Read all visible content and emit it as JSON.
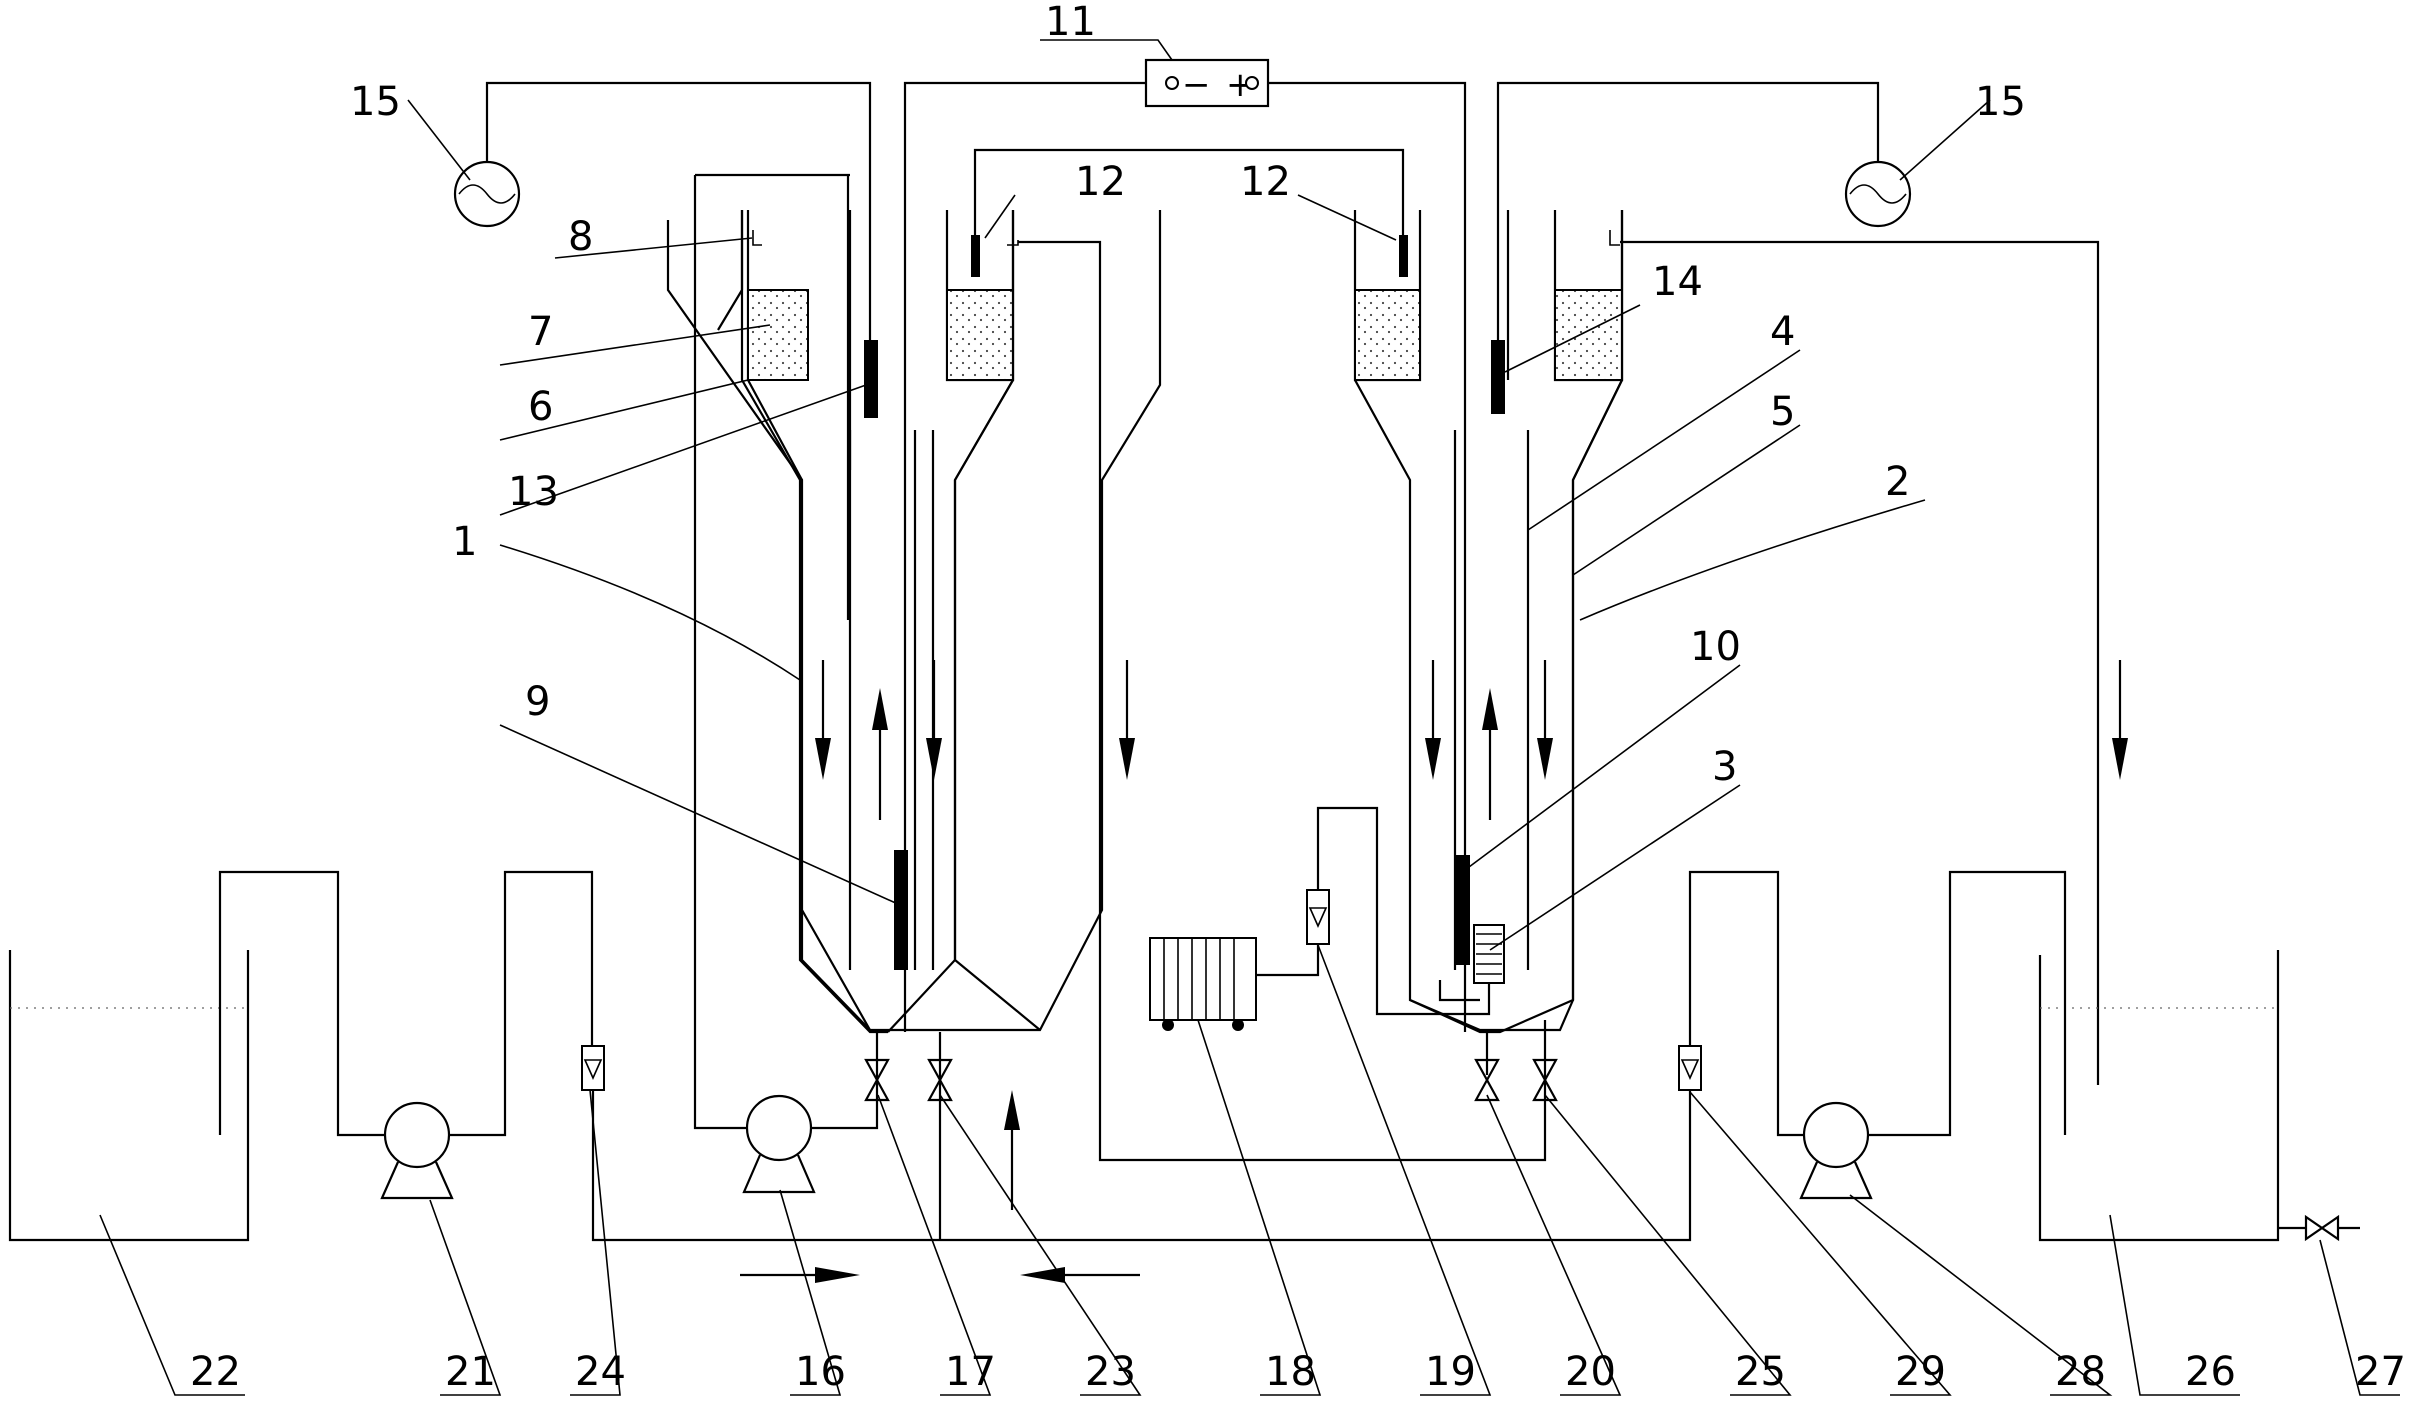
{
  "labels": {
    "l1": "1",
    "l2": "2",
    "l3": "3",
    "l4": "4",
    "l5": "5",
    "l6": "6",
    "l7": "7",
    "l8": "8",
    "l9": "9",
    "l10": "10",
    "l11": "11",
    "l12a": "12",
    "l12b": "12",
    "l13": "13",
    "l14": "14",
    "l15a": "15",
    "l15b": "15",
    "l16": "16",
    "l17": "17",
    "l18": "18",
    "l19": "19",
    "l20": "20",
    "l21": "21",
    "l22": "22",
    "l23": "23",
    "l24": "24",
    "l25": "25",
    "l26": "26",
    "l27": "27",
    "l28": "28",
    "l29": "29"
  },
  "power_supply": {
    "minus": "−",
    "plus": "+"
  },
  "colors": {
    "ink": "#000000",
    "background": "#ffffff"
  }
}
